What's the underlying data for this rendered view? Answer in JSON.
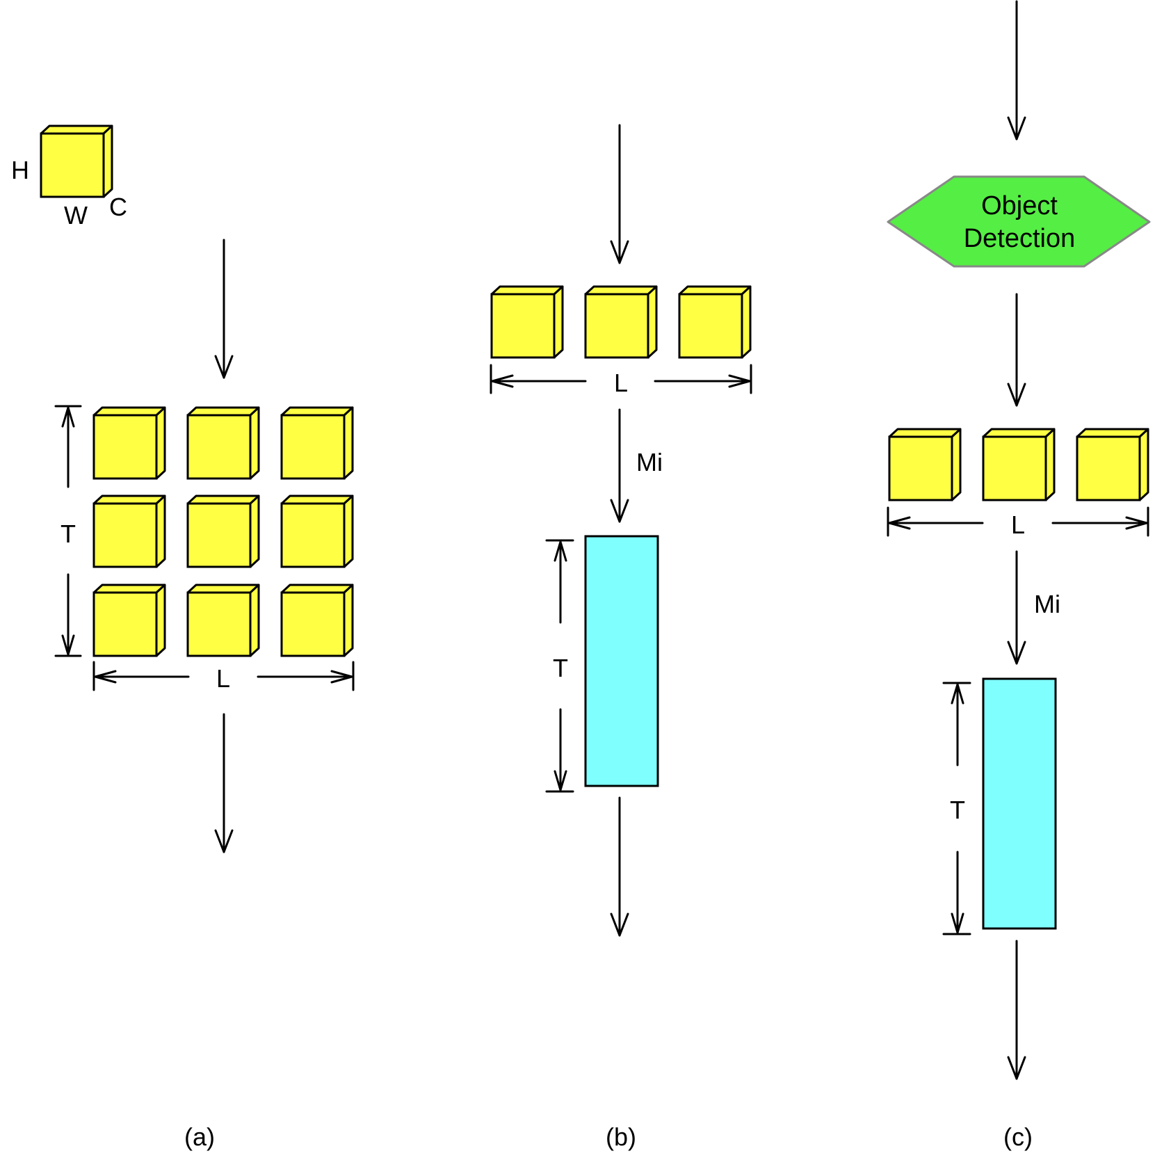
{
  "legend": {
    "h": "H",
    "w": "W",
    "c": "C"
  },
  "panel_a": {
    "caption": "(a)",
    "t_label": "T",
    "l_label": "L"
  },
  "panel_b": {
    "caption": "(b)",
    "l_label": "L",
    "mi_label": "Mi",
    "t_label": "T"
  },
  "panel_c": {
    "caption": "(c)",
    "node_line1": "Object",
    "node_line2": "Detection",
    "l_label": "L",
    "mi_label": "Mi",
    "t_label": "T"
  },
  "colors": {
    "cube": "#ffff44",
    "cyan": "#80ffff",
    "green": "#55ee44",
    "stroke": "#000000",
    "hex_stroke": "#888888"
  }
}
